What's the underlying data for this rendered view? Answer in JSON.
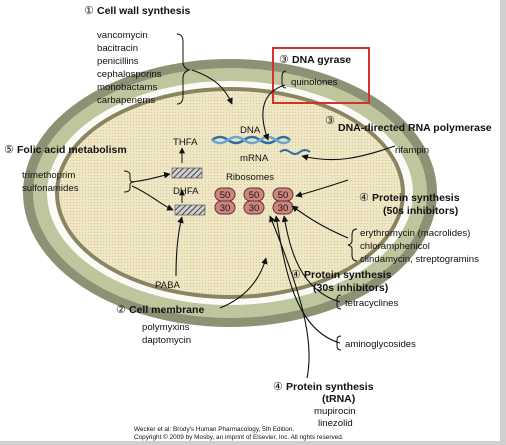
{
  "cell_wall": {
    "num": "①",
    "title": "Cell wall synthesis",
    "drugs": [
      "vancomycin",
      "bacitracin",
      "penicillins",
      "cephalosporins",
      "monobactams",
      "carbapenems"
    ]
  },
  "dna_gyrase": {
    "num": "③",
    "title": "DNA gyrase",
    "drugs": [
      "quinolones"
    ]
  },
  "rna_polymerase": {
    "num": "③",
    "title": "DNA-directed RNA polymerase",
    "drugs": [
      "rifampin"
    ]
  },
  "folic_acid": {
    "num": "⑤",
    "title": "Folic acid metabolism",
    "drugs": [
      "trimethoprim",
      "sulfonamides"
    ],
    "paba": "PABA"
  },
  "protein_50s": {
    "num": "④",
    "title": "Protein synthesis",
    "subtitle": "(50s inhibitors)",
    "drugs": [
      "erythromycin (macrolides)",
      "chloramphenicol",
      "clindamycin, streptogramins"
    ]
  },
  "protein_30s": {
    "num": "④",
    "title": "Protein synthesis",
    "subtitle": "(30s inhibitors)",
    "drugs": [
      "tetracyclines",
      "aminoglycosides"
    ]
  },
  "cell_membrane": {
    "num": "②",
    "title": "Cell membrane",
    "drugs": [
      "polymyxins",
      "daptomycin"
    ]
  },
  "protein_trna": {
    "num": "④",
    "title": "Protein synthesis",
    "subtitle": "(tRNA)",
    "drugs": [
      "mupirocin",
      "linezolid"
    ]
  },
  "cell": {
    "dna": "DNA",
    "mrna": "mRNA",
    "ribosomes": "Ribosomes",
    "thfa": "THFA",
    "dhfa": "DHFA",
    "subunit_large": "50",
    "subunit_small": "30"
  },
  "credit": {
    "line1": "Wecker et al: Brody's Human Pharmacology, 5th Edition.",
    "line2": "Copyright © 2009 by Mosby, an imprint of Elsevier, Inc. All rights reserved."
  },
  "colors": {
    "highlight_box": "#d0342c",
    "cell_wall": "#bfc59c",
    "cytoplasm": "#efe6c4",
    "ribosome": "#c98580",
    "dna": "#2c6fa3"
  }
}
